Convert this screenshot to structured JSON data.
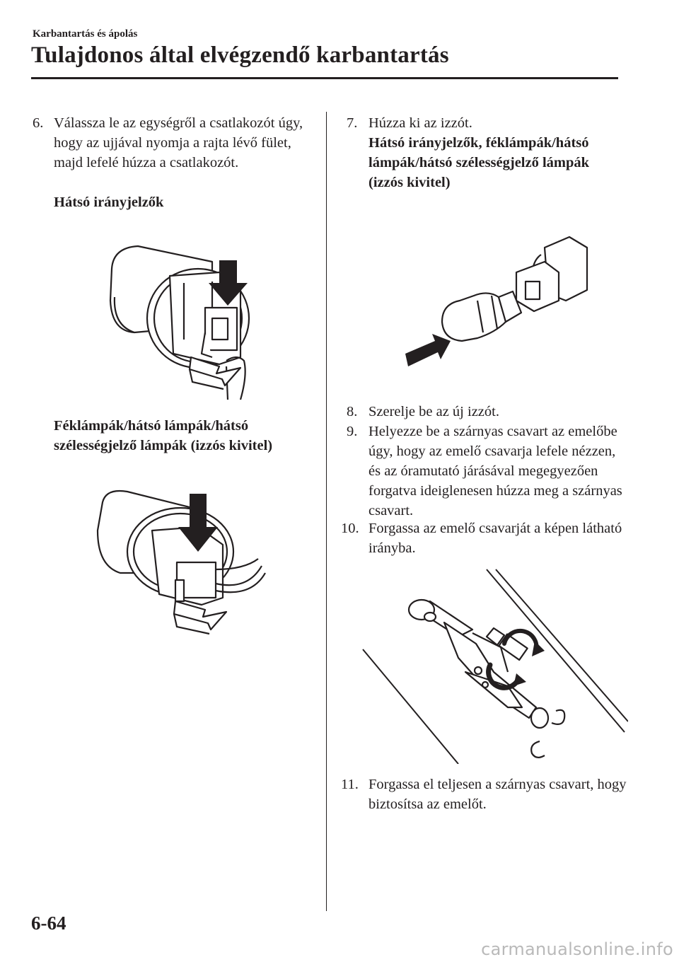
{
  "header": {
    "section": "Karbantartás és ápolás",
    "title": "Tulajdonos által elvégzendő karbantartás"
  },
  "left_column": {
    "step6": {
      "number": "6.",
      "text": "Válassza le az egységről a csatlakozót úgy, hogy az ujjával nyomja a rajta lévő fület, majd lefelé húzza a csatlakozót.",
      "subheading1": "Hátsó irányjelzők",
      "subheading2": "Féklámpák/hátsó lámpák/hátsó szélességjelző lámpák (izzós kivitel)"
    }
  },
  "right_column": {
    "step7": {
      "number": "7.",
      "text": "Húzza ki az izzót.",
      "subheading": "Hátsó irányjelzők, féklámpák/hátsó lámpák/hátsó szélességjelző lámpák (izzós kivitel)"
    },
    "step8": {
      "number": "8.",
      "text": "Szerelje be az új izzót."
    },
    "step9": {
      "number": "9.",
      "text": "Helyezze be a szárnyas csavart az emelőbe úgy, hogy az emelő csavarja lefele nézzen, és az óramutató járásával megegyezően forgatva ideiglenesen húzza meg a szárnyas csavart."
    },
    "step10": {
      "number": "10.",
      "text": "Forgassa az emelő csavarját a képen látható irányba."
    },
    "step11": {
      "number": "11.",
      "text": "Forgassa el teljesen a szárnyas csavart, hogy biztosítsa az emelőt."
    }
  },
  "footer": {
    "page_number": "6-64",
    "watermark": "carmanualsonline.info"
  }
}
